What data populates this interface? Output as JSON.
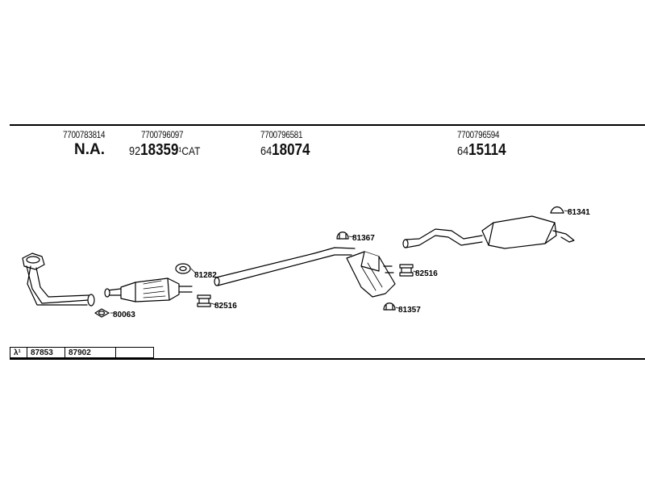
{
  "header": {
    "groups": [
      {
        "part_number": "7700783814",
        "label": "N.A."
      },
      {
        "part_number": "7700796097",
        "prefix": "92",
        "main": "18359",
        "suffix": "¹CAT"
      },
      {
        "part_number": "7700796581",
        "prefix": "64",
        "main": "18074"
      },
      {
        "part_number": "7700796594",
        "prefix": "64",
        "main": "15114"
      }
    ]
  },
  "callouts": {
    "c80063": "80063",
    "c81282": "81282",
    "c82516a": "82516",
    "c81367": "81367",
    "c82516b": "82516",
    "c81357": "81357",
    "c81341": "81341"
  },
  "ref_table": {
    "symbol": "λ¹",
    "codes": [
      "87853",
      "87902"
    ],
    "blank": ""
  }
}
